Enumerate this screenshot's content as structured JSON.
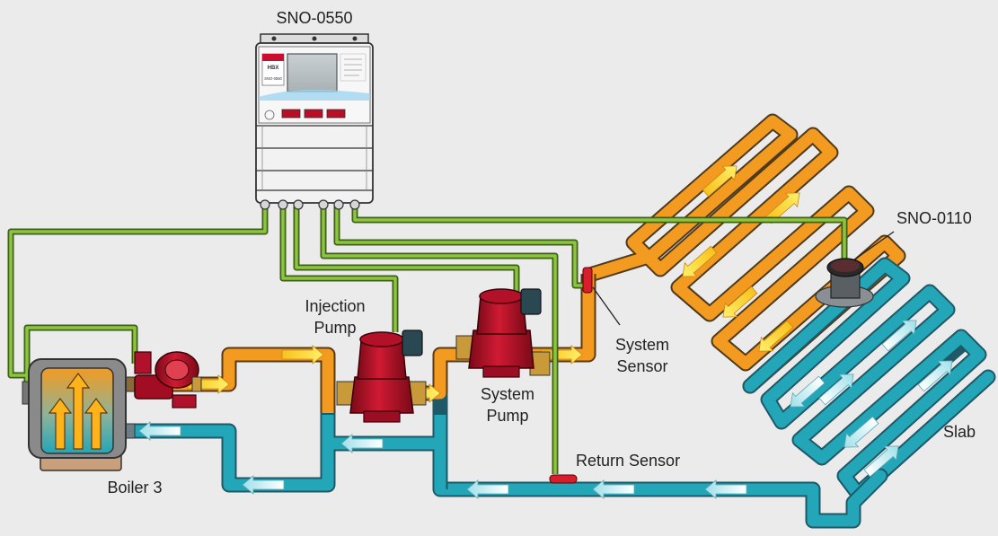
{
  "labels": {
    "controller_main": "SNO-0550",
    "controller_slab": "SNO-0110",
    "injection_pump_line1": "Injection",
    "injection_pump_line2": "Pump",
    "system_pump_line1": "System",
    "system_pump_line2": "Pump",
    "system_sensor_line1": "System",
    "system_sensor_line2": "Sensor",
    "return_sensor": "Return Sensor",
    "boiler": "Boiler 3",
    "slab": "Slab"
  },
  "controller_face": {
    "brand": "HBX",
    "model": "SNO-0550"
  },
  "colors": {
    "background": "#ebebeb",
    "supply_pipe": "#f39a21",
    "supply_pipe_hot": "#f7c21c",
    "return_pipe": "#22a6b8",
    "wire": "#8cc63f",
    "pump_body": "#c8102e",
    "sensor": "#d81e2a",
    "controller_body": "#f2f2f2",
    "controller_screen": "#b9c0c4"
  },
  "icons": [
    "flow-arrow-icon",
    "heat-arrow-icon"
  ]
}
